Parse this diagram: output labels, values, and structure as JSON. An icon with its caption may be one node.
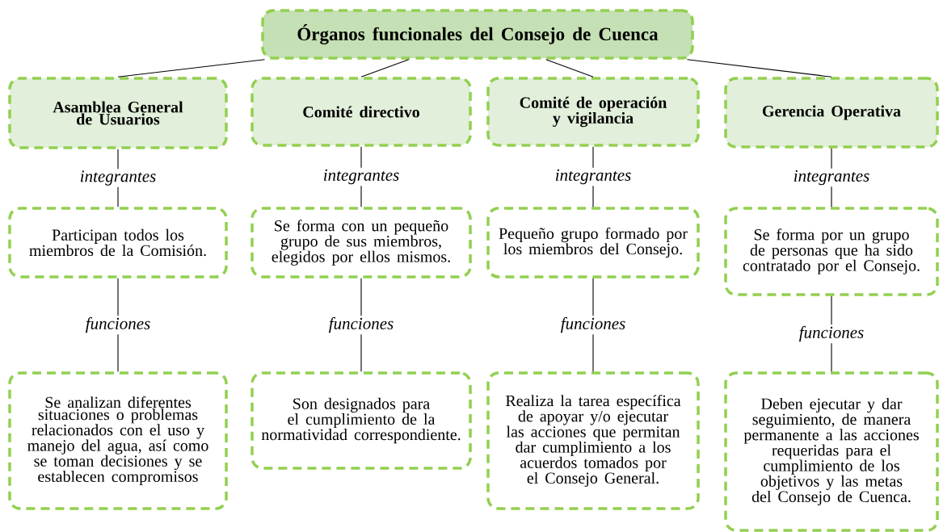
{
  "diagram": {
    "nodes": [
      {
        "text": [
          "Órganos funcionales del Consejo de Cuenca"
        ]
      },
      {
        "text": [
          "Asamblea General de Usuarios"
        ]
      },
      {
        "text": [
          "Comité directivo"
        ]
      },
      {
        "text": [
          "Comité de operación y vigilancia"
        ]
      },
      {
        "text": [
          "Gerencia Operativa"
        ]
      },
      {
        "text": [
          "Participan todos los miembros de la Comisión."
        ]
      },
      {
        "text": [
          "Se forma con un pequeño grupo de sus miembros, elegidos por ellos mismos."
        ]
      },
      {
        "text": [
          "Pequeño grupo formado por los miembros del Consejo."
        ]
      },
      {
        "text": [
          "Se forma por un grupo de personas que ha sido contratado por el Consejo."
        ]
      },
      {
        "text": [
          "Se analizan diferentes situaciones o problemas relacionados con el uso y manejo del agua, así como se toman decisiones y se establecen compromisos"
        ]
      },
      {
        "text": [
          "Son designados para el cumplimiento de la normatividad correspondiente."
        ]
      },
      {
        "text": [
          "Realiza la tarea específica de apoyar y/o ejecutar las acciones que permitan dar cumplimiento a los acuerdos tomados por el Consejo General."
        ]
      },
      {
        "text": [
          "Deben ejecutar y dar seguimiento, de manera permanente a las acciones requeridas para el cumplimiento de los objetivos y las metas del Consejo de Cuenca."
        ]
      }
    ],
    "edges": [
      {
        "from": 0,
        "to": 1,
        "arrow": "none"
      },
      {
        "from": 0,
        "to": 2,
        "arrow": "none"
      },
      {
        "from": 0,
        "to": 3,
        "arrow": "none"
      },
      {
        "from": 0,
        "to": 4,
        "arrow": "none"
      },
      {
        "from": 1,
        "to": 5,
        "arrow": "none",
        "label": "integrantes"
      },
      {
        "from": 2,
        "to": 6,
        "arrow": "none",
        "label": "integrantes"
      },
      {
        "from": 3,
        "to": 7,
        "arrow": "none",
        "label": "integrantes"
      },
      {
        "from": 4,
        "to": 8,
        "arrow": "none",
        "label": "integrantes"
      },
      {
        "from": 5,
        "to": 9,
        "arrow": "none",
        "label": "funciones"
      },
      {
        "from": 6,
        "to": 10,
        "arrow": "none",
        "label": "funciones"
      },
      {
        "from": 7,
        "to": 11,
        "arrow": "none",
        "label": "funciones"
      },
      {
        "from": 8,
        "to": 12,
        "arrow": "none",
        "label": "funciones"
      }
    ]
  }
}
